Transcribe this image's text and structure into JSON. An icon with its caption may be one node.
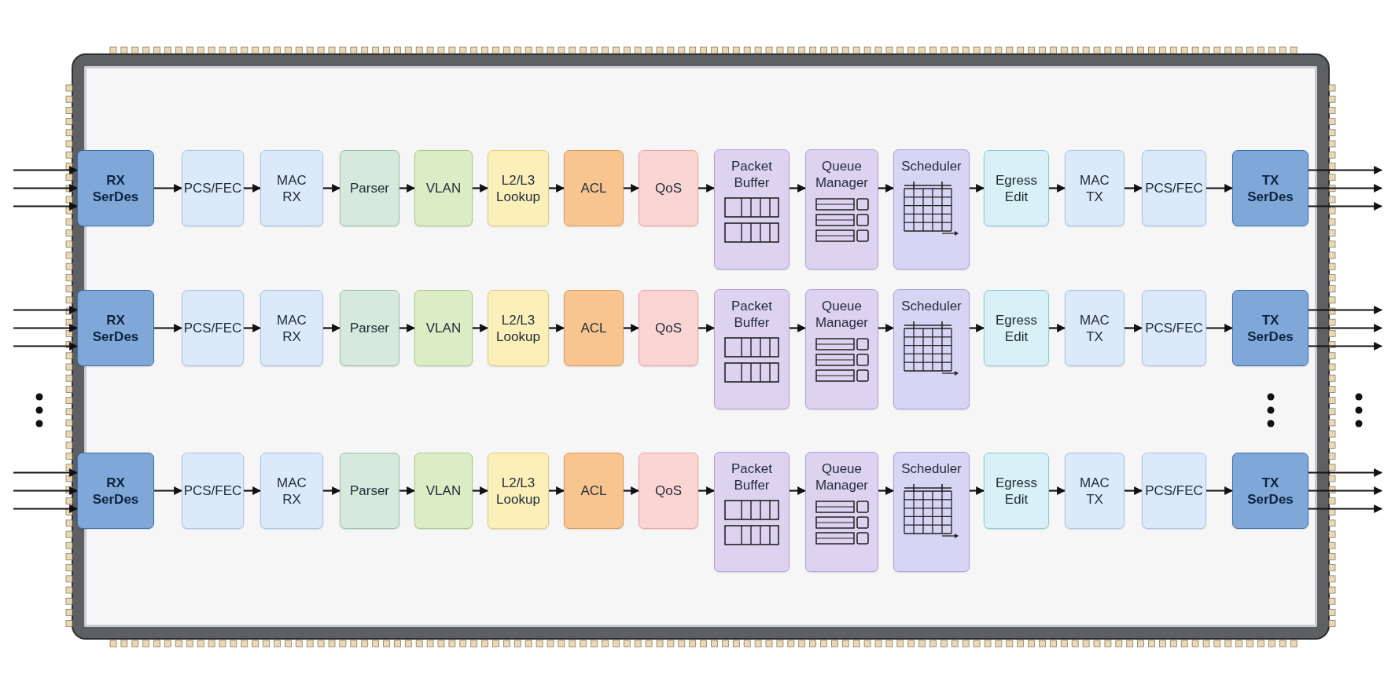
{
  "diagram": {
    "nodes": [
      {
        "text": [
          "RX SerDes"
        ]
      },
      {
        "text": [
          "PCS/FEC"
        ]
      },
      {
        "text": [
          "MAC RX"
        ]
      },
      {
        "text": [
          "Parser"
        ]
      },
      {
        "text": [
          "VLAN"
        ]
      },
      {
        "text": [
          "L2/L3 Lookup"
        ]
      },
      {
        "text": [
          "ACL"
        ]
      },
      {
        "text": [
          "QoS"
        ]
      },
      {
        "text": [
          "Packet Buffer"
        ]
      },
      {
        "text": [
          "Queue Manager"
        ]
      },
      {
        "text": [
          "Scheduler"
        ]
      },
      {
        "text": [
          "Egress Edit"
        ]
      },
      {
        "text": [
          "MAC TX"
        ]
      },
      {
        "text": [
          "PCS/FEC"
        ]
      },
      {
        "text": [
          "TX SerDes"
        ]
      },
      {
        "text": [
          "RX SerDes"
        ]
      },
      {
        "text": [
          "PCS/FEC"
        ]
      },
      {
        "text": [
          "MAC RX"
        ]
      },
      {
        "text": [
          "Parser"
        ]
      },
      {
        "text": [
          "VLAN"
        ]
      },
      {
        "text": [
          "L2/L3 Lookup"
        ]
      },
      {
        "text": [
          "ACL"
        ]
      },
      {
        "text": [
          "QoS"
        ]
      },
      {
        "text": [
          "Packet Buffer"
        ]
      },
      {
        "text": [
          "Queue Manager"
        ]
      },
      {
        "text": [
          "Scheduler"
        ]
      },
      {
        "text": [
          "Egress Edit"
        ]
      },
      {
        "text": [
          "MAC TX"
        ]
      },
      {
        "text": [
          "PCS/FEC"
        ]
      },
      {
        "text": [
          "TX SerDes"
        ]
      },
      {
        "text": [
          "RX SerDes"
        ]
      },
      {
        "text": [
          "PCS/FEC"
        ]
      },
      {
        "text": [
          "MAC RX"
        ]
      },
      {
        "text": [
          "Parser"
        ]
      },
      {
        "text": [
          "VLAN"
        ]
      },
      {
        "text": [
          "L2/L3 Lookup"
        ]
      },
      {
        "text": [
          "ACL"
        ]
      },
      {
        "text": [
          "QoS"
        ]
      },
      {
        "text": [
          "Packet Buffer"
        ]
      },
      {
        "text": [
          "Queue Manager"
        ]
      },
      {
        "text": [
          "Scheduler"
        ]
      },
      {
        "text": [
          "Egress Edit"
        ]
      },
      {
        "text": [
          "MAC TX"
        ]
      },
      {
        "text": [
          "PCS/FEC"
        ]
      },
      {
        "text": [
          "TX SerDes"
        ]
      }
    ],
    "edges": [
      {
        "from": null,
        "to": 0,
        "arrow": "to"
      },
      {
        "from": null,
        "to": 0,
        "arrow": "to"
      },
      {
        "from": null,
        "to": 0,
        "arrow": "to"
      },
      {
        "from": 0,
        "to": 1,
        "arrow": "to"
      },
      {
        "from": 1,
        "to": 2,
        "arrow": "to"
      },
      {
        "from": 2,
        "to": 3,
        "arrow": "to"
      },
      {
        "from": 3,
        "to": 4,
        "arrow": "to"
      },
      {
        "from": 4,
        "to": 5,
        "arrow": "to"
      },
      {
        "from": 5,
        "to": 6,
        "arrow": "to"
      },
      {
        "from": 6,
        "to": 7,
        "arrow": "to"
      },
      {
        "from": 7,
        "to": 8,
        "arrow": "to"
      },
      {
        "from": 8,
        "to": 9,
        "arrow": "to"
      },
      {
        "from": 9,
        "to": 10,
        "arrow": "to"
      },
      {
        "from": 10,
        "to": 11,
        "arrow": "to"
      },
      {
        "from": 11,
        "to": 12,
        "arrow": "to"
      },
      {
        "from": 12,
        "to": 13,
        "arrow": "to"
      },
      {
        "from": 13,
        "to": 14,
        "arrow": "to"
      },
      {
        "from": 14,
        "to": null,
        "arrow": "to"
      },
      {
        "from": 14,
        "to": null,
        "arrow": "to"
      },
      {
        "from": 14,
        "to": null,
        "arrow": "to"
      },
      {
        "from": null,
        "to": 15,
        "arrow": "to"
      },
      {
        "from": null,
        "to": 15,
        "arrow": "to"
      },
      {
        "from": null,
        "to": 15,
        "arrow": "to"
      },
      {
        "from": 15,
        "to": 16,
        "arrow": "to"
      },
      {
        "from": 16,
        "to": 17,
        "arrow": "to"
      },
      {
        "from": 17,
        "to": 18,
        "arrow": "to"
      },
      {
        "from": 18,
        "to": 19,
        "arrow": "to"
      },
      {
        "from": 19,
        "to": 20,
        "arrow": "to"
      },
      {
        "from": 20,
        "to": 21,
        "arrow": "to"
      },
      {
        "from": 21,
        "to": 22,
        "arrow": "to"
      },
      {
        "from": 22,
        "to": 23,
        "arrow": "to"
      },
      {
        "from": 23,
        "to": 24,
        "arrow": "to"
      },
      {
        "from": 24,
        "to": 25,
        "arrow": "to"
      },
      {
        "from": 25,
        "to": 26,
        "arrow": "to"
      },
      {
        "from": 26,
        "to": 27,
        "arrow": "to"
      },
      {
        "from": 27,
        "to": 28,
        "arrow": "to"
      },
      {
        "from": 28,
        "to": 29,
        "arrow": "to"
      },
      {
        "from": 29,
        "to": null,
        "arrow": "to"
      },
      {
        "from": 29,
        "to": null,
        "arrow": "to"
      },
      {
        "from": 29,
        "to": null,
        "arrow": "to"
      },
      {
        "from": null,
        "to": 30,
        "arrow": "to"
      },
      {
        "from": null,
        "to": 30,
        "arrow": "to"
      },
      {
        "from": null,
        "to": 30,
        "arrow": "to"
      },
      {
        "from": 30,
        "to": 31,
        "arrow": "to"
      },
      {
        "from": 31,
        "to": 32,
        "arrow": "to"
      },
      {
        "from": 32,
        "to": 33,
        "arrow": "to"
      },
      {
        "from": 33,
        "to": 34,
        "arrow": "to"
      },
      {
        "from": 34,
        "to": 35,
        "arrow": "to"
      },
      {
        "from": 35,
        "to": 36,
        "arrow": "to"
      },
      {
        "from": 36,
        "to": 37,
        "arrow": "to"
      },
      {
        "from": 37,
        "to": 38,
        "arrow": "to"
      },
      {
        "from": 38,
        "to": 39,
        "arrow": "to"
      },
      {
        "from": 39,
        "to": 40,
        "arrow": "to"
      },
      {
        "from": 40,
        "to": 41,
        "arrow": "to"
      },
      {
        "from": 41,
        "to": 42,
        "arrow": "to"
      },
      {
        "from": 42,
        "to": 43,
        "arrow": "to"
      },
      {
        "from": 43,
        "to": 44,
        "arrow": "to"
      },
      {
        "from": 44,
        "to": null,
        "arrow": "to"
      },
      {
        "from": 44,
        "to": null,
        "arrow": "to"
      },
      {
        "from": 44,
        "to": null,
        "arrow": "to"
      }
    ]
  }
}
